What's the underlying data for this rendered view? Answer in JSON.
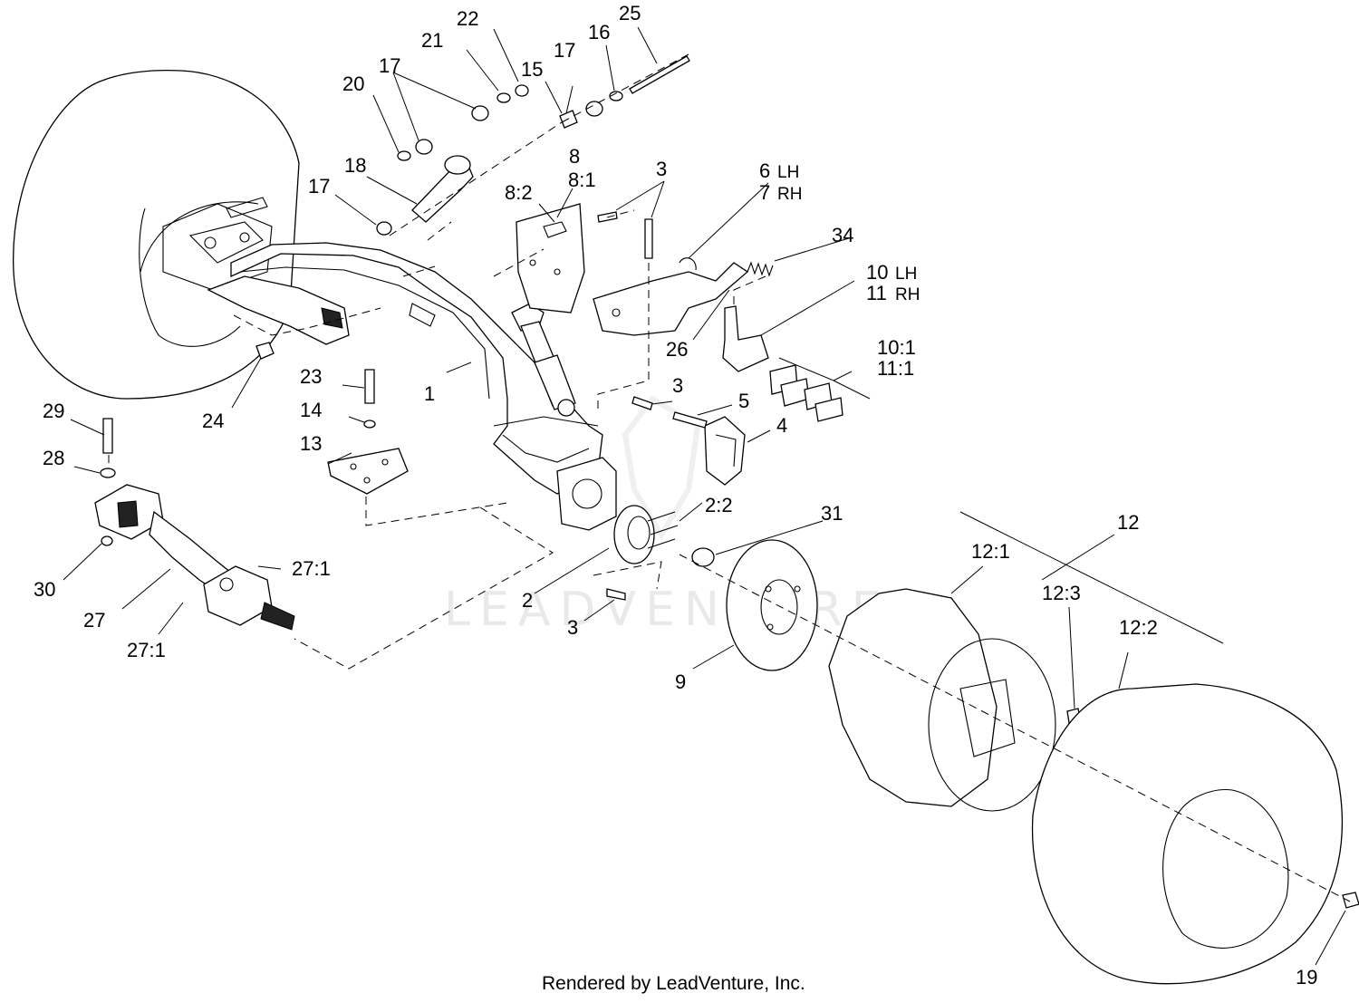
{
  "watermark": "LEADVENTURE",
  "footer": "Rendered by LeadVenture, Inc.",
  "callouts": {
    "c1": "1",
    "c2": "2",
    "c2_2": "2:2",
    "c3a": "3",
    "c3b": "3",
    "c3c": "3",
    "c4": "4",
    "c5": "5",
    "c6": "6",
    "c6s": "LH",
    "c7": "7",
    "c7s": "RH",
    "c8": "8",
    "c8_1": "8:1",
    "c8_2": "8:2",
    "c9": "9",
    "c10": "10",
    "c10s": "LH",
    "c11": "11",
    "c11s": "RH",
    "c10_1": "10:1",
    "c11_1": "11:1",
    "c12": "12",
    "c12_1": "12:1",
    "c12_2": "12:2",
    "c12_3": "12:3",
    "c13": "13",
    "c14": "14",
    "c15": "15",
    "c16": "16",
    "c17a": "17",
    "c17b": "17",
    "c17c": "17",
    "c18": "18",
    "c19": "19",
    "c20": "20",
    "c21": "21",
    "c22": "22",
    "c23": "23",
    "c24": "24",
    "c25": "25",
    "c26": "26",
    "c27": "27",
    "c27_1a": "27:1",
    "c27_1b": "27:1",
    "c28": "28",
    "c29": "29",
    "c30": "30",
    "c31": "31",
    "c34": "34"
  }
}
